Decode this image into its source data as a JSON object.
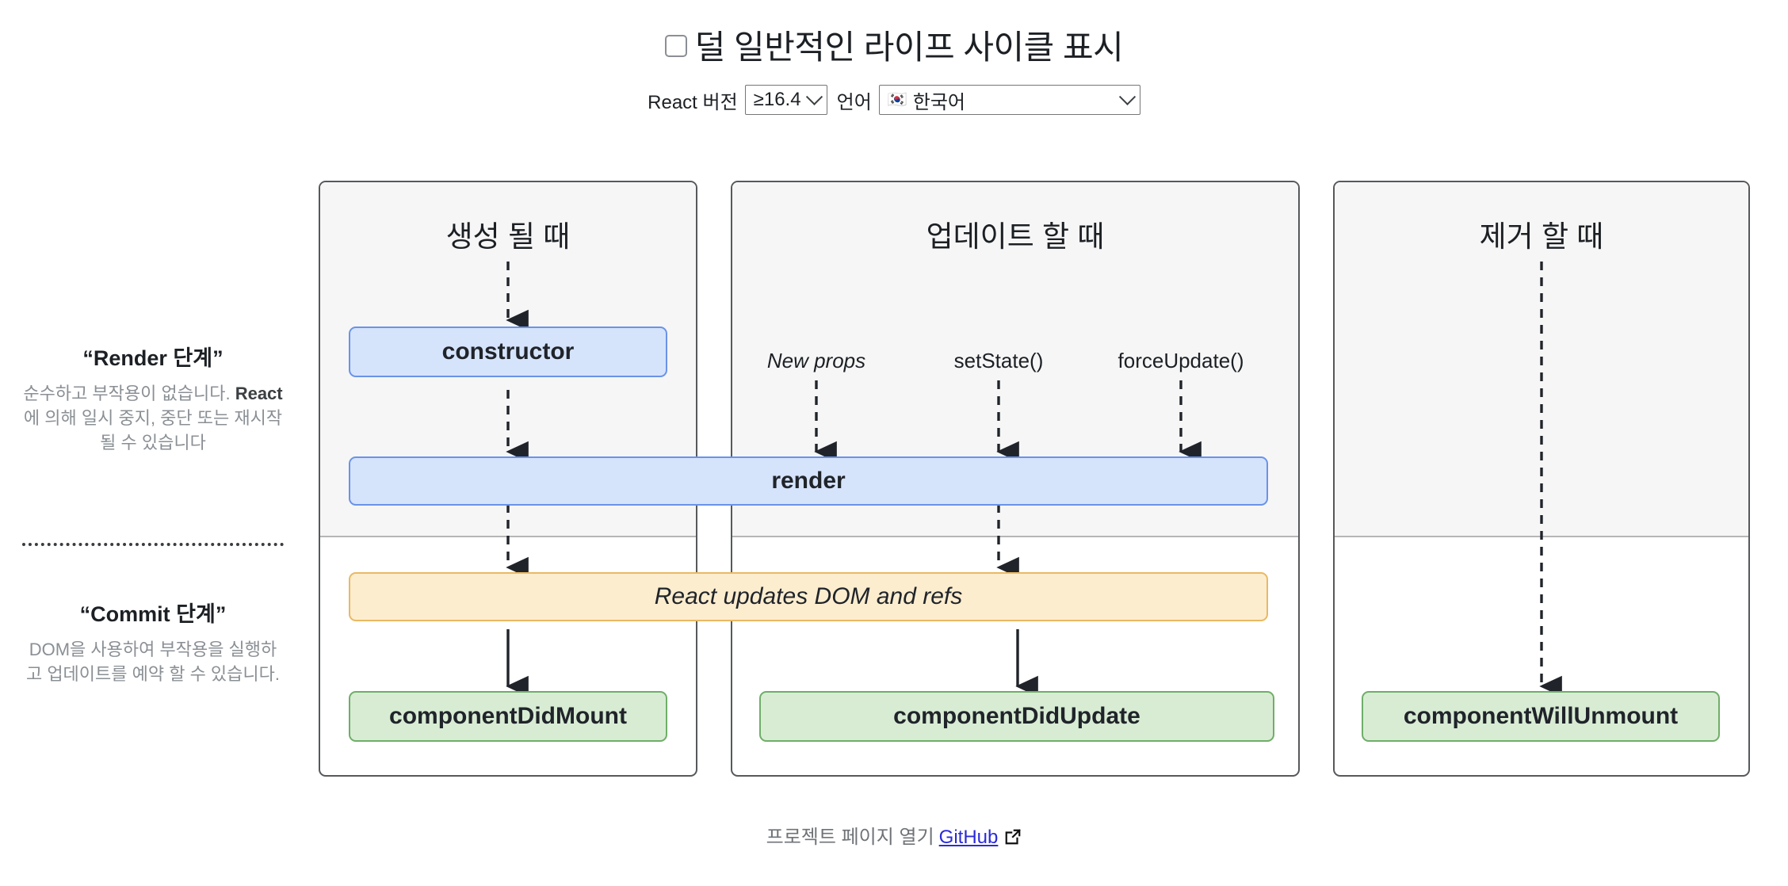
{
  "header": {
    "title": "덜 일반적인 라이프 사이클 표시",
    "checkbox_checked": false,
    "version_label": "React 버전",
    "version_value": "≥16.4",
    "language_label": "언어",
    "language_flag": "🇰🇷",
    "language_value": "한국어"
  },
  "sidebar": {
    "render": {
      "title": "“Render 단계”",
      "desc_part1": "순수하고 부작용이 없습니다. ",
      "desc_strong": "React",
      "desc_part2": "에 의해 일시 중지, 중단 또는 재시작 될 수 있습니다"
    },
    "commit": {
      "title": "“Commit 단계”",
      "desc": "DOM을 사용하여 부작용을 실행하고 업데이트를 예약 할 수 있습니다."
    }
  },
  "columns": [
    {
      "title": "생성 될 때"
    },
    {
      "title": "업데이트 할 때"
    },
    {
      "title": "제거 할 때"
    }
  ],
  "triggers": [
    {
      "label": "New props",
      "italic": true
    },
    {
      "label": "setState()",
      "italic": false
    },
    {
      "label": "forceUpdate()",
      "italic": false
    }
  ],
  "boxes": {
    "constructor": "constructor",
    "render": "render",
    "dom_update": "React updates DOM and refs",
    "did_mount": "componentDidMount",
    "did_update": "componentDidUpdate",
    "will_unmount": "componentWillUnmount"
  },
  "colors": {
    "blue_fill": "#d5e3fb",
    "blue_border": "#6a93e8",
    "green_fill": "#d8ecd4",
    "green_border": "#6fae68",
    "yellow_fill": "#fdedcf",
    "yellow_border": "#e8b964",
    "panel_border": "#56595c",
    "panel_top_bg": "#f6f6f6",
    "link": "#2b2bd8"
  },
  "footer": {
    "text": "프로젝트 페이지 열기",
    "link_label": "GitHub",
    "external_icon": "external-link-icon"
  }
}
